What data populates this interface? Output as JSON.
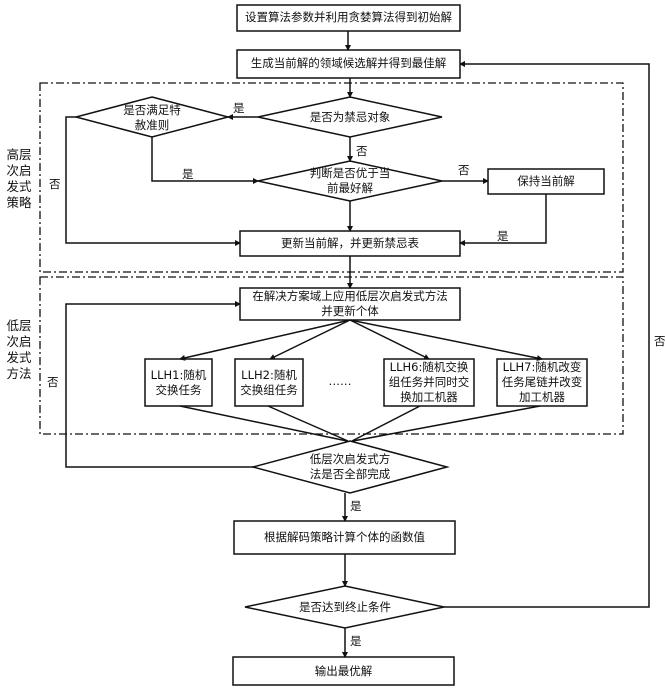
{
  "title": "基于超启发式禁忌搜索的流程图",
  "regions": {
    "high_level": {
      "label": "高层次启发式策略",
      "lines": [
        "高层",
        "次启",
        "发式",
        "策略"
      ]
    },
    "low_level": {
      "label": "低层次启发式方法",
      "lines": [
        "低层",
        "次启",
        "发式",
        "方法"
      ]
    }
  },
  "nodes": {
    "init": {
      "type": "process",
      "text": "设置算法参数并利用贪婪算法得到初始解"
    },
    "neighborhood": {
      "type": "process",
      "text": "生成当前解的领域候选解并得到最佳解"
    },
    "aspiration": {
      "type": "decision",
      "lines": [
        "是否满足特",
        "赦准则"
      ]
    },
    "is_tabu": {
      "type": "decision",
      "text": "是否为禁忌对象"
    },
    "better": {
      "type": "decision",
      "lines": [
        "判断是否优于当",
        "前最好解"
      ]
    },
    "keep": {
      "type": "process",
      "text": "保持当前解"
    },
    "update": {
      "type": "process",
      "text": "更新当前解，并更新禁忌表"
    },
    "apply_llh": {
      "type": "process",
      "lines": [
        "在解决方案域上应用低层次启发式方法",
        "并更新个体"
      ]
    },
    "llh1": {
      "type": "process",
      "lines": [
        "LLH1:随机",
        "交换任务"
      ]
    },
    "llh2": {
      "type": "process",
      "lines": [
        "LLH2:随机",
        "交换组任务"
      ]
    },
    "ellipsis": {
      "text": "……"
    },
    "llh6": {
      "type": "process",
      "lines": [
        "LLH6:随机交换",
        "组任务并同时交",
        "换加工机器"
      ]
    },
    "llh7": {
      "type": "process",
      "lines": [
        "LLH7:随机改变",
        "任务尾链并改变",
        "加工机器"
      ]
    },
    "llh_done": {
      "type": "decision",
      "lines": [
        "低层次启发式方",
        "法是否全部完成"
      ]
    },
    "evaluate": {
      "type": "process",
      "text": "根据解码策略计算个体的函数值"
    },
    "terminate": {
      "type": "decision",
      "text": "是否达到终止条件"
    },
    "output": {
      "type": "process",
      "text": "输出最优解"
    }
  },
  "edge_labels": {
    "tabu_yes": "是",
    "tabu_no": "否",
    "aspiration_yes": "是",
    "aspiration_no": "否",
    "better_no": "否",
    "keep_yes": "是",
    "llh_done_no": "否",
    "llh_done_yes": "是",
    "terminate_no": "否",
    "terminate_yes": "是"
  }
}
